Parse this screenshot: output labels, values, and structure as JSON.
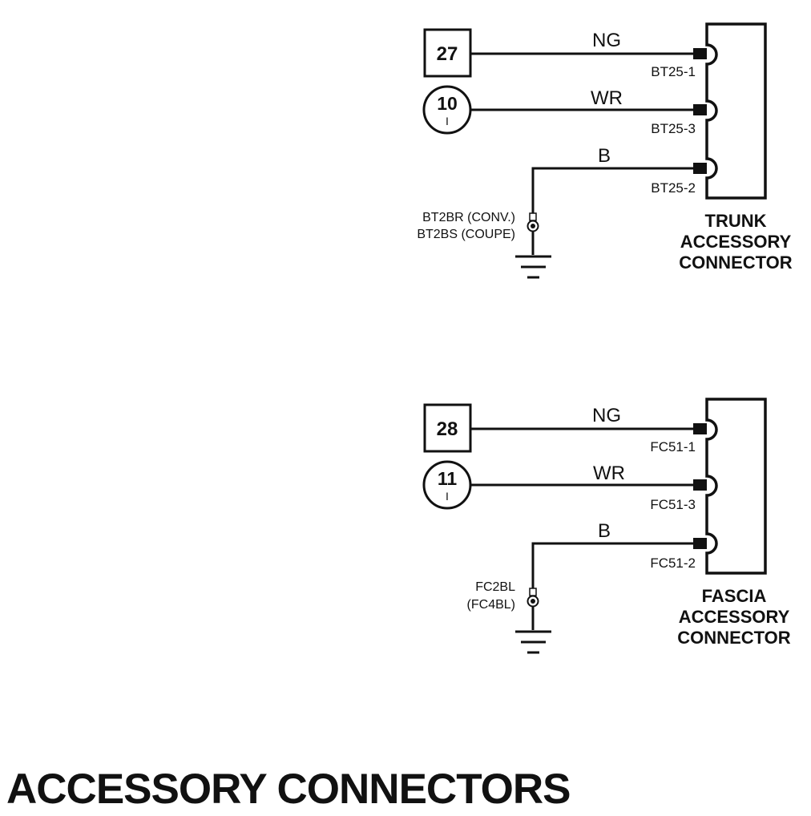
{
  "title": "ACCESSORY CONNECTORS",
  "diagrams": [
    {
      "box_ref": "27",
      "circle_ref": {
        "number": "10",
        "sub": "I"
      },
      "wires": [
        {
          "color": "NG",
          "pin": "BT25-1"
        },
        {
          "color": "WR",
          "pin": "BT25-3"
        },
        {
          "color": "B",
          "pin": "BT25-2"
        }
      ],
      "splice": [
        "BT2BR (CONV.)",
        "BT2BS (COUPE)"
      ],
      "connector_name": [
        "TRUNK",
        "ACCESSORY",
        "CONNECTOR"
      ]
    },
    {
      "box_ref": "28",
      "circle_ref": {
        "number": "11",
        "sub": "I"
      },
      "wires": [
        {
          "color": "NG",
          "pin": "FC51-1"
        },
        {
          "color": "WR",
          "pin": "FC51-3"
        },
        {
          "color": "B",
          "pin": "FC51-2"
        }
      ],
      "splice": [
        "FC2BL",
        "(FC4BL)"
      ],
      "connector_name": [
        "FASCIA",
        "ACCESSORY",
        "CONNECTOR"
      ]
    }
  ]
}
